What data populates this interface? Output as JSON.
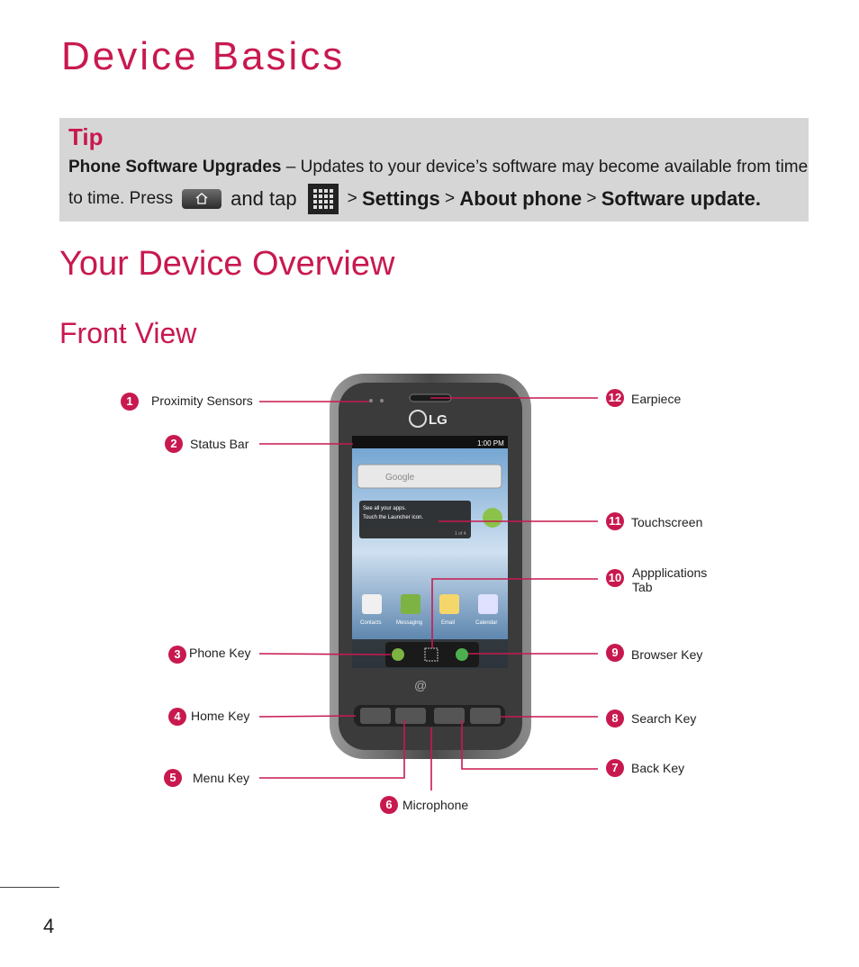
{
  "page": {
    "title": "Device Basics",
    "number": "4"
  },
  "tip": {
    "heading": "Tip",
    "lead_bold": "Phone Software Upgrades",
    "lead_rest": " – Updates to your device’s software may become available from time",
    "line2_start": "to time. Press",
    "line2_mid": "and tap",
    "line2_path_sep1": ">",
    "settings": "Settings",
    "line2_path_sep2": ">",
    "about_phone": "About phone",
    "line2_path_sep3": ">",
    "software_update": "Software update."
  },
  "sections": {
    "overview_title": "Your Device Overview",
    "front_view_title": "Front View"
  },
  "callouts": [
    {
      "num": "1",
      "label": "Proximity Sensors"
    },
    {
      "num": "2",
      "label": "Status Bar"
    },
    {
      "num": "3",
      "label": "Phone Key"
    },
    {
      "num": "4",
      "label": "Home Key"
    },
    {
      "num": "5",
      "label": "Menu Key"
    },
    {
      "num": "6",
      "label": "Microphone"
    },
    {
      "num": "7",
      "label": "Back Key"
    },
    {
      "num": "8",
      "label": "Search Key"
    },
    {
      "num": "9",
      "label": "Browser Key"
    },
    {
      "num": "10",
      "label": "Appplications",
      "label2": "Tab"
    },
    {
      "num": "11",
      "label": "Touchscreen"
    },
    {
      "num": "12",
      "label": "Earpiece"
    }
  ],
  "phone_screen": {
    "brand": "LG",
    "status_time": "1:00 PM",
    "search_brand": "Google",
    "tooltip_line1": "See all your apps.",
    "tooltip_line2": "Touch the Launcher icon.",
    "tooltip_page": "1 of 4",
    "apps": [
      "Contacts",
      "Messaging",
      "Email",
      "Calendar"
    ]
  },
  "colors": {
    "accent": "#c8194f",
    "tip_bg": "#d6d6d6"
  }
}
